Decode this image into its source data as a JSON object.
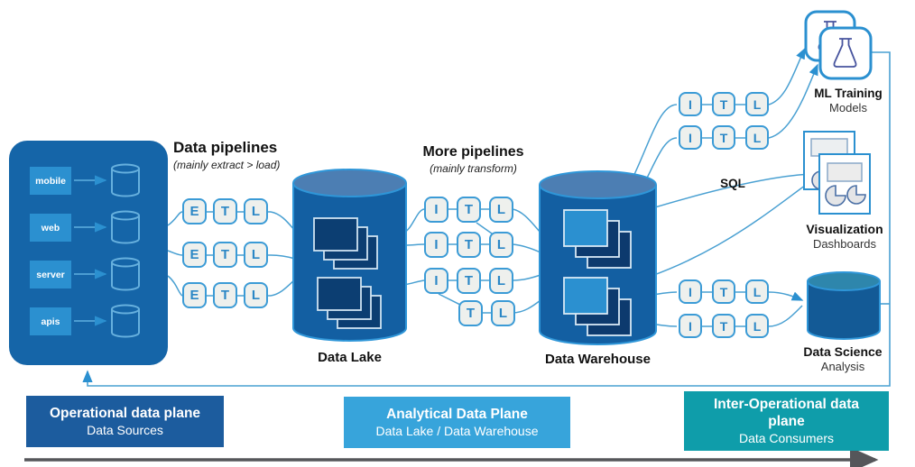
{
  "letters": {
    "E": "E",
    "T": "T",
    "L": "L",
    "I": "I"
  },
  "sources": {
    "items": [
      {
        "label": "mobile"
      },
      {
        "label": "web"
      },
      {
        "label": "server"
      },
      {
        "label": "apis"
      }
    ]
  },
  "left_pipelines": {
    "title": "Data pipelines",
    "subtitle": "(mainly extract > load)"
  },
  "middle_pipelines": {
    "title": "More pipelines",
    "subtitle": "(mainly transform)"
  },
  "data_lake": {
    "label": "Data Lake"
  },
  "data_warehouse": {
    "label": "Data Warehouse"
  },
  "ml_training": {
    "title": "ML Training",
    "subtitle": "Models"
  },
  "sql_label": "SQL",
  "visualization": {
    "title": "Visualization",
    "subtitle": "Dashboards"
  },
  "data_science": {
    "title": "Data Science",
    "subtitle": "Analysis"
  },
  "planes": [
    {
      "title": "Operational data plane",
      "subtitle": "Data Sources",
      "color": "#1c5c9e"
    },
    {
      "title": "Analytical Data Plane",
      "subtitle": "Data Lake / Data Warehouse",
      "color": "#37a4db"
    },
    {
      "title": "Inter-Operational data plane",
      "subtitle": "Data Consumers",
      "color": "#0f9daa"
    }
  ],
  "colors": {
    "cylinder_body": "#135fa2",
    "cylinder_top": "#4c7eb3",
    "accent_blue": "#2b90d0",
    "connector_line": "#49a0d2",
    "navy_square": "#0d3a6e",
    "step_box_fill": "#eef0ed",
    "step_letter": "#2b87c6",
    "bottom_arrow": "#55565a",
    "flask_stroke": "#47549e"
  }
}
